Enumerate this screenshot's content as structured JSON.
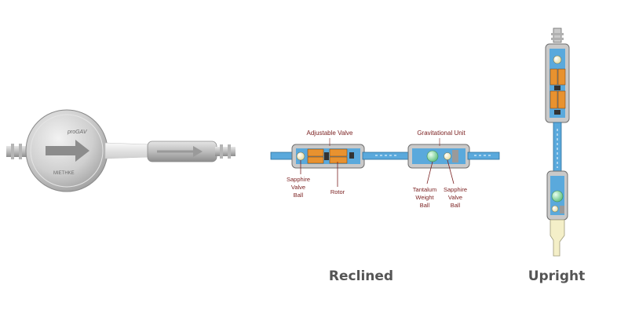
{
  "device": {
    "brand_text": "proGAV",
    "model_text": "MIETHKE"
  },
  "reclined": {
    "caption": "Reclined",
    "adjustable_valve_label": "Adjustable Valve",
    "gravitational_unit_label": "Gravitational Unit",
    "sapphire_ball_left": [
      "Sapphire",
      "Valve",
      "Ball"
    ],
    "rotor_label": "Rotor",
    "tantalum_ball": [
      "Tantalum",
      "Weight",
      "Ball"
    ],
    "sapphire_ball_right": [
      "Sapphire",
      "Valve",
      "Ball"
    ]
  },
  "upright": {
    "caption": "Upright"
  },
  "colors": {
    "body_blue": "#5aa9dc",
    "valve_orange": "#e8922f",
    "label_red": "#7a1f1f",
    "casing_grey": "#c9c9c9",
    "ball_green": "#7fd39a",
    "ball_cream": "#f4efc8"
  }
}
